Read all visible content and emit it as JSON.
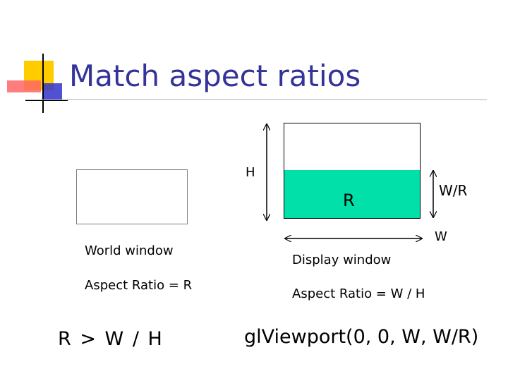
{
  "slide": {
    "title": "Match aspect ratios",
    "colors": {
      "title": "#333399",
      "viewport_fill": "#00e0a8",
      "logo_yellow": "#ffcc00",
      "logo_red": "#ff6666",
      "logo_blue": "#3333cc"
    }
  },
  "world": {
    "window_label": "World window",
    "aspect_label": "Aspect Ratio = R"
  },
  "display": {
    "window_label": "Display window",
    "aspect_label": "Aspect Ratio = W / H",
    "height_label": "H",
    "width_label": "W",
    "ratio_label": "R",
    "viewport_height_label": "W/R"
  },
  "condition": "R >  W / H",
  "viewport_call": "glViewport(0, 0, W, W/R)"
}
